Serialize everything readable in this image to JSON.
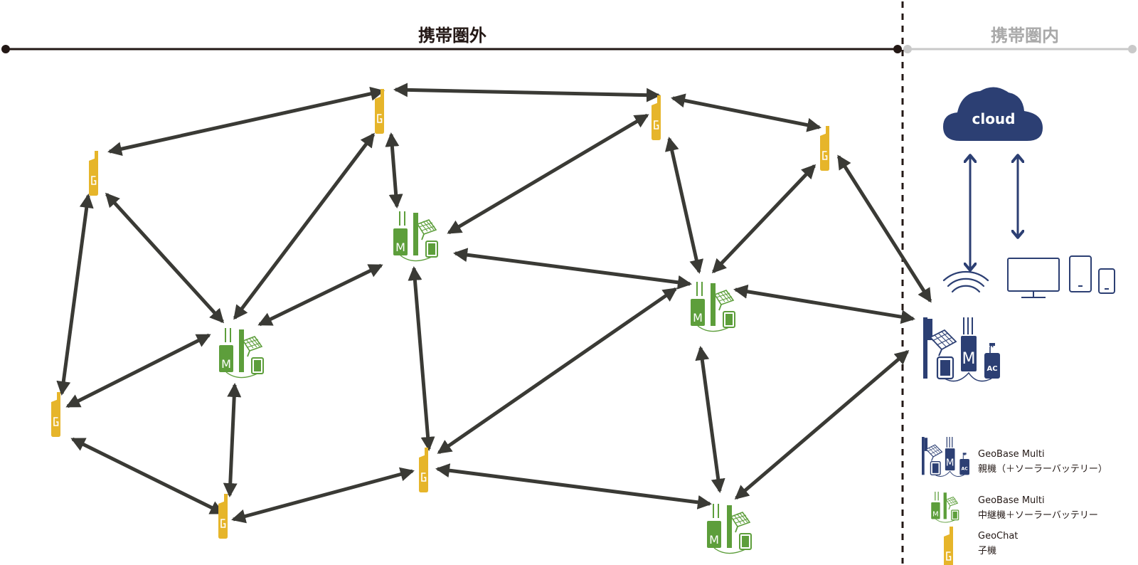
{
  "zones": {
    "outside_label": "携帯圏外",
    "inside_label": "携帯圏内"
  },
  "cloud_label": "cloud",
  "base_station_badges": {
    "main_letter": "M",
    "ac_label": "AC"
  },
  "relay_badge_letter": "M",
  "geochat_badge_letter": "G",
  "legend": {
    "parent": {
      "line1": "GeoBase Multi",
      "line2": "親機（＋ソーラーバッテリー）"
    },
    "relay": {
      "line1": "GeoBase Multi",
      "line2": "中継機＋ソーラーバッテリー"
    },
    "child": {
      "line1": "GeoChat",
      "line2": "子機"
    }
  },
  "colors": {
    "dark_line": "#231815",
    "arrow": "#3a3a35",
    "geochat_yellow": "#e6b52a",
    "relay_green": "#5d9e3b",
    "base_navy": "#2c3f73",
    "inside_grey": "#c9c9c9",
    "inside_text": "#a9a9a9"
  },
  "icons": {
    "geochat": "geochat-handset-icon",
    "relay": "geobase-relay-solar-icon",
    "base": "geobase-parent-station-icon",
    "cloud": "cloud-icon",
    "wifi": "wifi-signal-icon",
    "monitor": "monitor-icon",
    "tablet": "tablet-icon",
    "phone": "smartphone-icon"
  }
}
